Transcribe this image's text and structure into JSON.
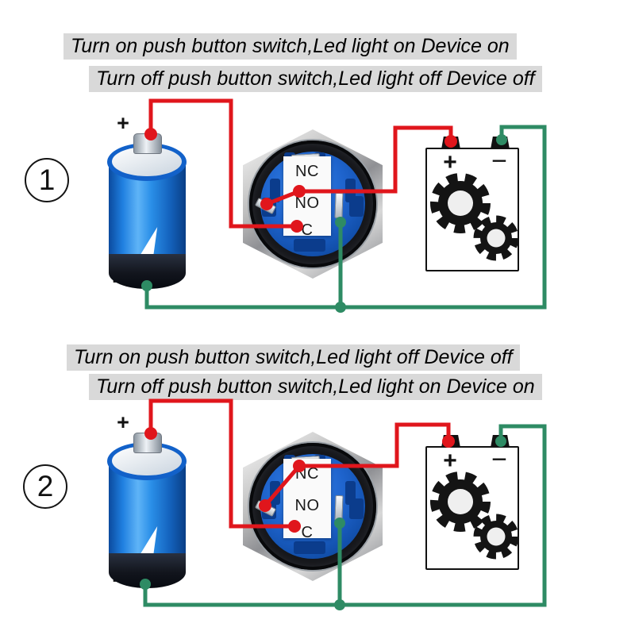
{
  "page": {
    "background": "#ffffff"
  },
  "colors": {
    "wire_red": "#e0161c",
    "wire_green": "#2e8b64",
    "caption_bg": "#d9d9d9",
    "switch_blue": "#1e63cc",
    "battery_blue": "#2196f3"
  },
  "labels": {
    "plus": "+",
    "minus": "−"
  },
  "switch": {
    "terminals": {
      "nc": "NC",
      "no": "NO",
      "c": "C"
    }
  },
  "icons": {
    "lightning_bolt_icon": "css-clip-path-polygon",
    "gear_icon": "svg-dashed-circle-teeth",
    "step_circle": "outlined-circle-number"
  },
  "diagrams": [
    {
      "step": "1",
      "caption_line1": "Turn on push button switch,Led light on Device on",
      "caption_line2": "Turn off push button switch,Led light off Device off"
    },
    {
      "step": "2",
      "caption_line1": "Turn on push button switch,Led light off Device off",
      "caption_line2": "Turn off push button switch,Led light on Device on"
    }
  ]
}
